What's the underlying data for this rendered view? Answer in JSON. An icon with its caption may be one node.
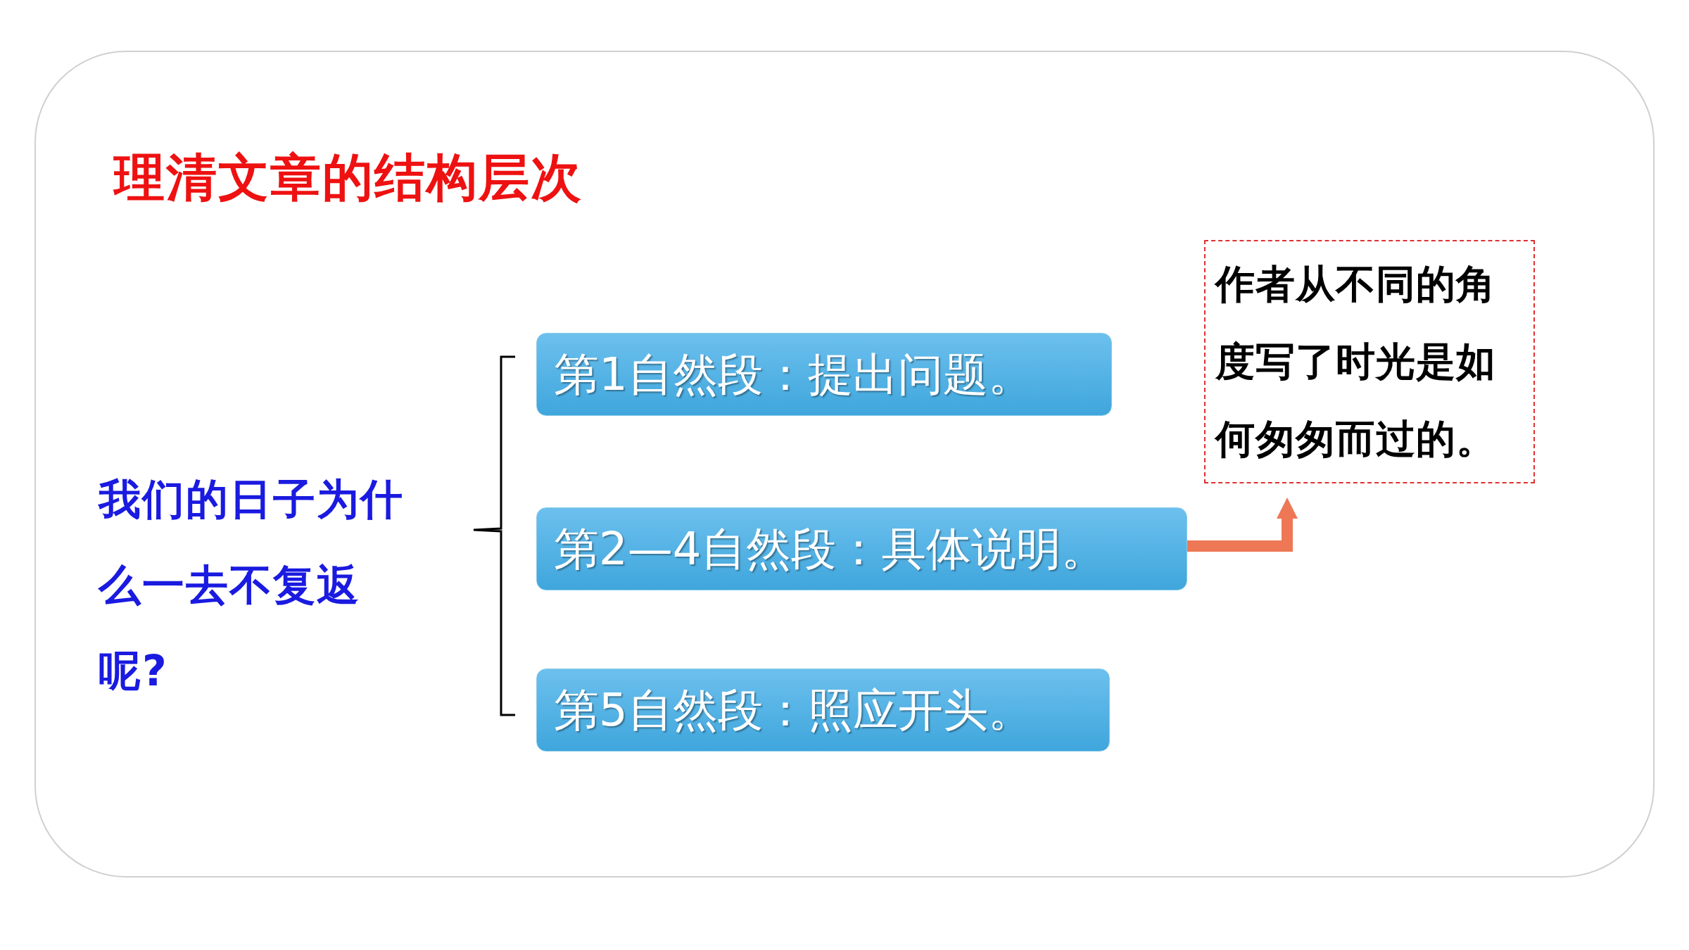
{
  "diagram": {
    "title": "理清文章的结构层次",
    "nodes": [
      {
        "text": [
          "第1自然段：提出问题。"
        ]
      },
      {
        "text": [
          "第2—4自然段：具体说明。"
        ]
      },
      {
        "text": [
          "第5自然段：照应开头。"
        ]
      },
      {
        "text": [
          "作者从不同的角度写了时光是如何匆匆而过的。"
        ]
      }
    ],
    "edges": [
      {
        "from": 1,
        "to": 3,
        "arrow": "to"
      }
    ],
    "labels": [
      "我们的日子为什么一去不复返呢?"
    ]
  }
}
